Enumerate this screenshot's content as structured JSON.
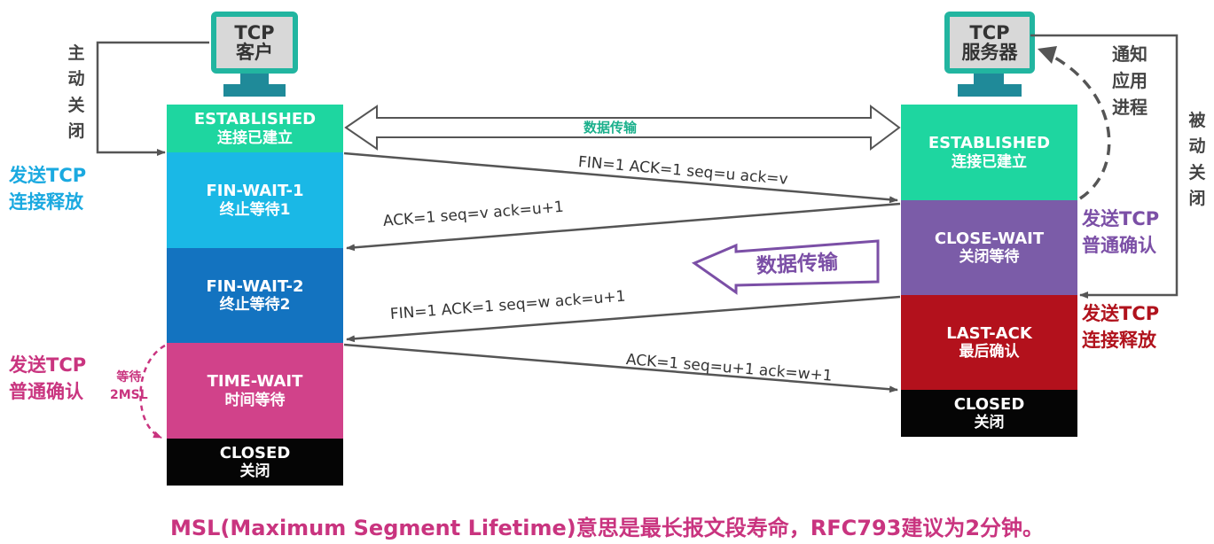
{
  "client": {
    "title": "TCP",
    "subtitle": "客户"
  },
  "server": {
    "title": "TCP",
    "subtitle": "服务器"
  },
  "client_states": [
    {
      "en": "ESTABLISHED",
      "zh": "连接已建立",
      "color": "#1ed6a0"
    },
    {
      "en": "FIN-WAIT-1",
      "zh": "终止等待1",
      "color": "#1ab8e6"
    },
    {
      "en": "FIN-WAIT-2",
      "zh": "终止等待2",
      "color": "#1373c0"
    },
    {
      "en": "TIME-WAIT",
      "zh": "时间等待",
      "color": "#d1428a"
    },
    {
      "en": "CLOSED",
      "zh": "关闭",
      "color": "#050505"
    }
  ],
  "server_states": [
    {
      "en": "ESTABLISHED",
      "zh": "连接已建立",
      "color": "#1ed6a0"
    },
    {
      "en": "CLOSE-WAIT",
      "zh": "关闭等待",
      "color": "#7b5ca8"
    },
    {
      "en": "LAST-ACK",
      "zh": "最后确认",
      "color": "#b3111c"
    },
    {
      "en": "CLOSED",
      "zh": "关闭",
      "color": "#050505"
    }
  ],
  "segments": [
    {
      "text": "FIN=1   ACK=1   seq=u   ack=v"
    },
    {
      "text": "ACK=1    seq=v    ack=u+1"
    },
    {
      "text": "FIN=1    ACK=1      seq=w      ack=u+1"
    },
    {
      "text": "ACK=1   seq=u+1   ack=w+1"
    }
  ],
  "data_transfer_label": "数据传输",
  "data_transfer_big_label": "数据传输",
  "left_notes": {
    "active_close": "主动关闭",
    "send_release": [
      "发送TCP",
      "连接释放"
    ],
    "send_ack": [
      "发送TCP",
      "普通确认"
    ],
    "wait_2msl": [
      "等待",
      "2MSL"
    ]
  },
  "right_notes": {
    "notify_app": [
      "通知",
      "应用",
      "进程"
    ],
    "passive_close": "被动关闭",
    "send_ack": [
      "发送TCP",
      "普通确认"
    ],
    "send_release": [
      "发送TCP",
      "连接释放"
    ]
  },
  "footer": "MSL(Maximum Segment Lifetime)意思是最长报文段寿命，RFC793建议为2分钟。",
  "colors": {
    "cyan_note": "#1aa9e0",
    "purple_note": "#7b4fa6",
    "red_note": "#b0121c",
    "pink_note": "#c9347f",
    "footer": "#c9347f",
    "arrow": "#555555"
  }
}
